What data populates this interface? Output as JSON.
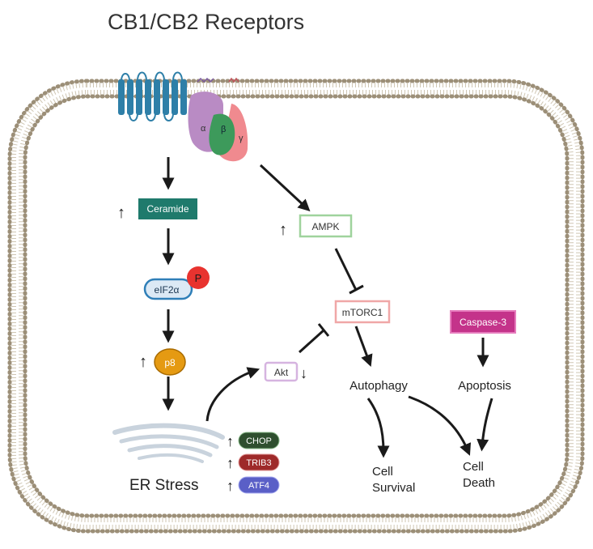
{
  "title": "CB1/CB2 Receptors",
  "g_protein": {
    "alpha": "α",
    "beta": "β",
    "gamma": "γ"
  },
  "nodes": {
    "ceramide": "Ceramide",
    "eif2a": "eIF2α",
    "phospho": "P",
    "p8": "p8",
    "ampk": "AMPK",
    "mtorc1": "mTORC1",
    "akt": "Akt",
    "caspase3": "Caspase-3",
    "chop": "CHOP",
    "trib3": "TRIB3",
    "atf4": "ATF4"
  },
  "labels": {
    "er_stress": "ER Stress",
    "autophagy": "Autophagy",
    "apoptosis": "Apoptosis",
    "cell_survival_1": "Cell",
    "cell_survival_2": "Survival",
    "cell_death_1": "Cell",
    "cell_death_2": "Death"
  },
  "indicators": {
    "up": "↑",
    "down": "↓"
  },
  "colors": {
    "membrane": "#9c8f78",
    "membrane_inner": "#cfc6b3",
    "receptor": "#2e7fa8",
    "ceramide": "#1f7a6c",
    "eif2a_fill": "#dce9f5",
    "eif2a_border": "#2f7fb8",
    "phospho": "#e8332f",
    "p8": "#e59a12",
    "ampk_border": "#9fd39d",
    "mtorc1_border": "#f0a7a7",
    "akt_border": "#d6b4e0",
    "caspase3": "#c4338a",
    "chop": "#2f4f2f",
    "trib3": "#9e2a2a",
    "atf4": "#5a5fc7",
    "alpha": "#b98bc4",
    "beta": "#3d9a5b",
    "gamma": "#f08a8f",
    "arrow": "#1a1a1a",
    "er": "#c9d3dd"
  }
}
